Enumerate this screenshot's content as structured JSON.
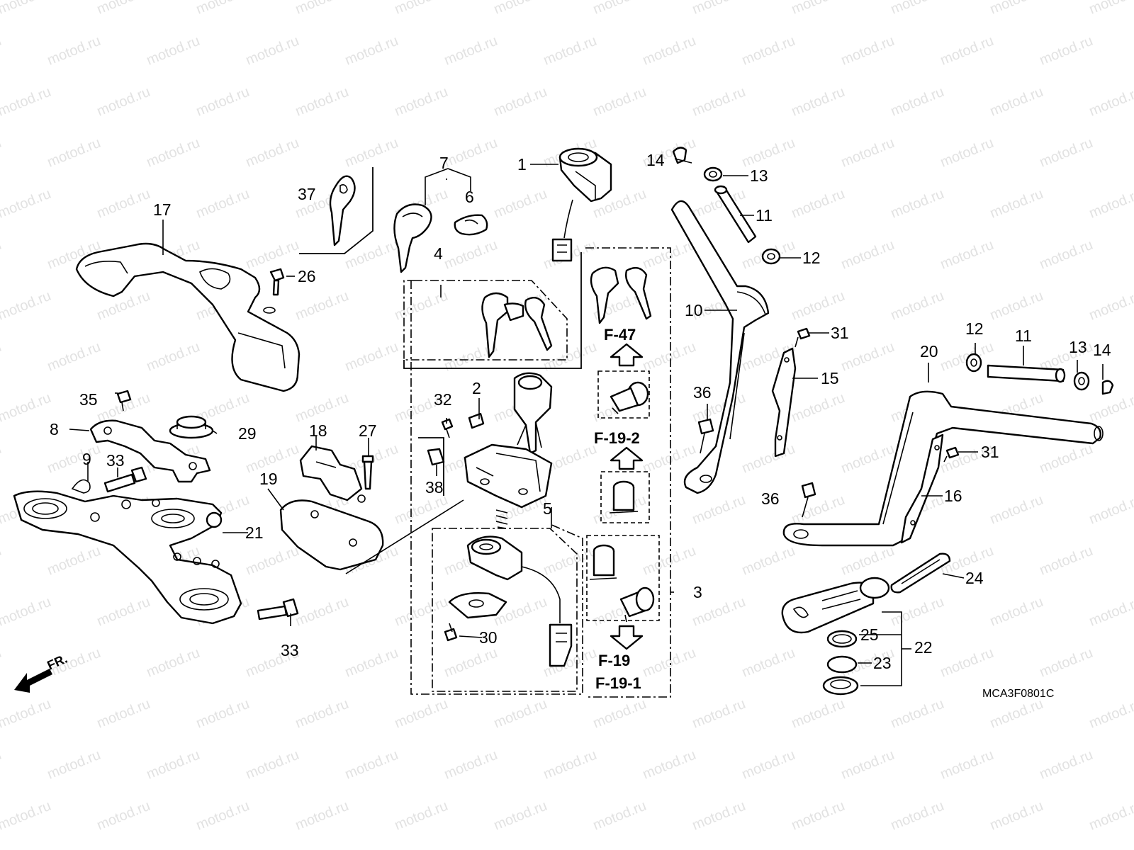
{
  "watermark": "motod.ru",
  "diagram_code": "MCA3F0801C",
  "front_marker": "FR.",
  "callouts": [
    {
      "id": "c1",
      "text": "1"
    },
    {
      "id": "c2",
      "text": "2"
    },
    {
      "id": "c3",
      "text": "3"
    },
    {
      "id": "c4",
      "text": "4"
    },
    {
      "id": "c5",
      "text": "5"
    },
    {
      "id": "c6",
      "text": "6"
    },
    {
      "id": "c7",
      "text": "7"
    },
    {
      "id": "c8",
      "text": "8"
    },
    {
      "id": "c9",
      "text": "9"
    },
    {
      "id": "c10",
      "text": "10"
    },
    {
      "id": "c11a",
      "text": "11"
    },
    {
      "id": "c11b",
      "text": "11"
    },
    {
      "id": "c12a",
      "text": "12"
    },
    {
      "id": "c12b",
      "text": "12"
    },
    {
      "id": "c13a",
      "text": "13"
    },
    {
      "id": "c13b",
      "text": "13"
    },
    {
      "id": "c14a",
      "text": "14"
    },
    {
      "id": "c14b",
      "text": "14"
    },
    {
      "id": "c15",
      "text": "15"
    },
    {
      "id": "c16",
      "text": "16"
    },
    {
      "id": "c17",
      "text": "17"
    },
    {
      "id": "c18",
      "text": "18"
    },
    {
      "id": "c19",
      "text": "19"
    },
    {
      "id": "c20",
      "text": "20"
    },
    {
      "id": "c21",
      "text": "21"
    },
    {
      "id": "c22",
      "text": "22"
    },
    {
      "id": "c23",
      "text": "23"
    },
    {
      "id": "c24",
      "text": "24"
    },
    {
      "id": "c25",
      "text": "25"
    },
    {
      "id": "c26",
      "text": "26"
    },
    {
      "id": "c27",
      "text": "27"
    },
    {
      "id": "c29",
      "text": "29"
    },
    {
      "id": "c30",
      "text": "30"
    },
    {
      "id": "c31a",
      "text": "31"
    },
    {
      "id": "c31b",
      "text": "31"
    },
    {
      "id": "c32",
      "text": "32"
    },
    {
      "id": "c33a",
      "text": "33"
    },
    {
      "id": "c33b",
      "text": "33"
    },
    {
      "id": "c35",
      "text": "35"
    },
    {
      "id": "c36a",
      "text": "36"
    },
    {
      "id": "c36b",
      "text": "36"
    },
    {
      "id": "c37",
      "text": "37"
    },
    {
      "id": "c38",
      "text": "38"
    }
  ],
  "section_refs": [
    {
      "id": "f47",
      "text": "F-47"
    },
    {
      "id": "f192",
      "text": "F-19-2"
    },
    {
      "id": "f19",
      "text": "F-19"
    },
    {
      "id": "f191",
      "text": "F-19-1"
    }
  ]
}
